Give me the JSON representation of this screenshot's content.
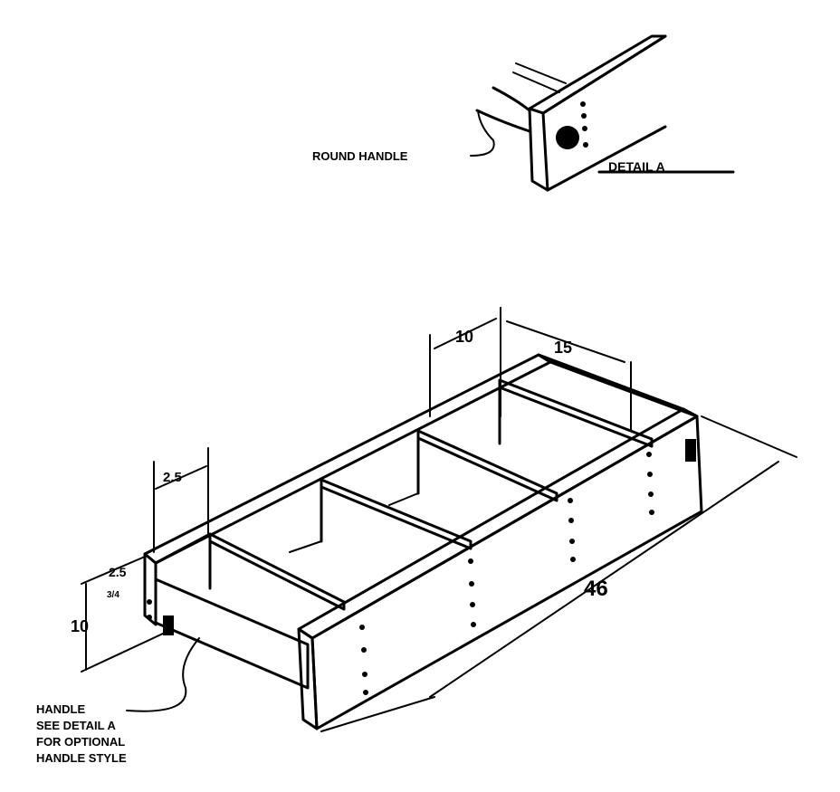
{
  "detail": {
    "callout": "ROUND HANDLE",
    "title": "DETAIL A"
  },
  "dimensions": {
    "divider_spacing_1": "10",
    "divider_spacing_2": "15",
    "end_spacing": "2.5",
    "top_rail": "2.5",
    "rail_gap": "3/4",
    "height": "10",
    "length": "46"
  },
  "notes": {
    "handle_line1": "HANDLE",
    "handle_line2": "SEE DETAIL A",
    "handle_line3": "FOR OPTIONAL",
    "handle_line4": "HANDLE STYLE"
  },
  "colors": {
    "ink": "#000000",
    "paper": "#ffffff"
  }
}
